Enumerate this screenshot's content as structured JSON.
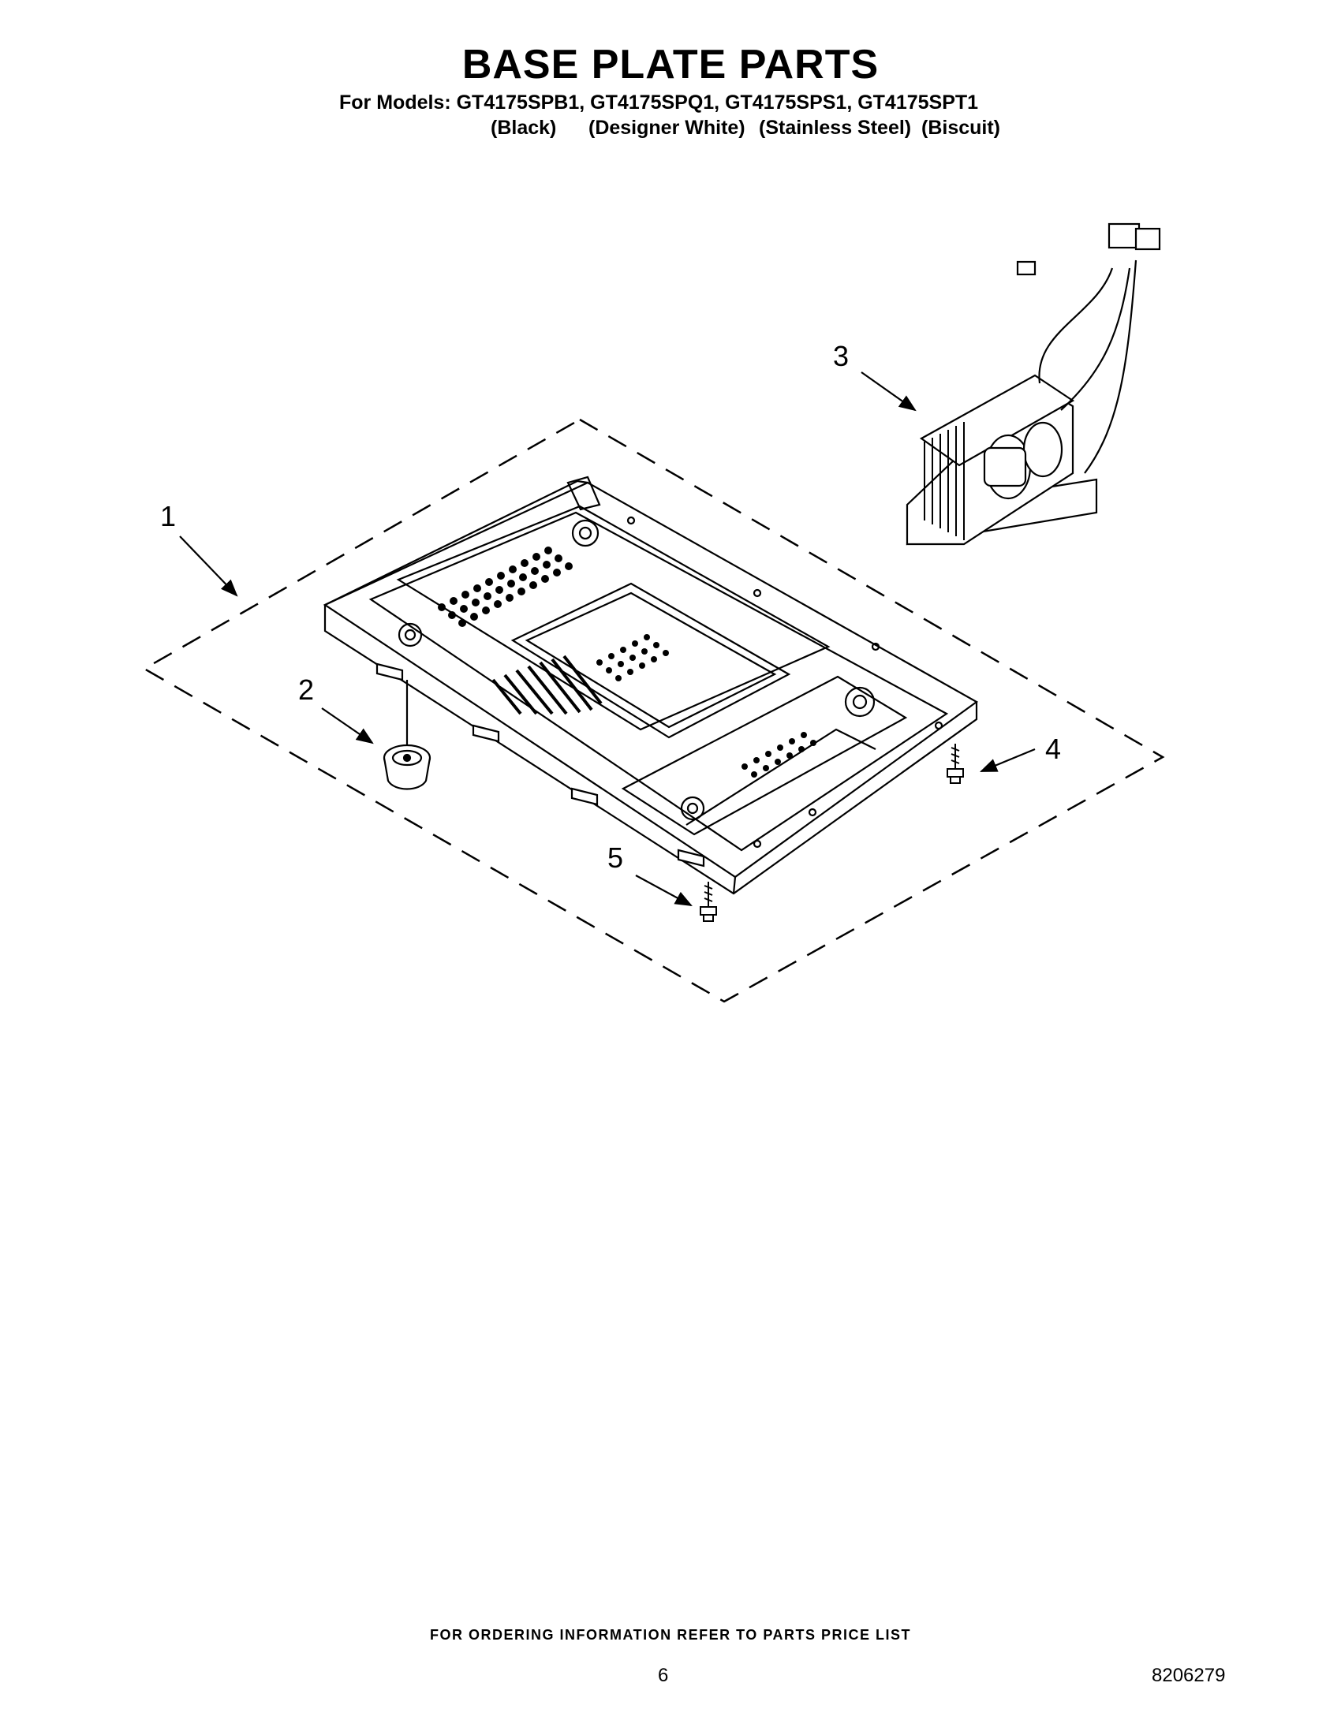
{
  "header": {
    "title": "BASE PLATE PARTS",
    "models_line": "For Models: GT4175SPB1, GT4175SPQ1, GT4175SPS1, GT4175SPT1",
    "colors": [
      "(Black)",
      "(Designer White)",
      "(Stainless Steel)",
      "(Biscuit)"
    ]
  },
  "callouts": [
    "1",
    "2",
    "3",
    "4",
    "5"
  ],
  "footer": {
    "ordering_note": "FOR ORDERING INFORMATION REFER TO PARTS PRICE LIST",
    "page_number": "6",
    "document_number": "8206279"
  }
}
